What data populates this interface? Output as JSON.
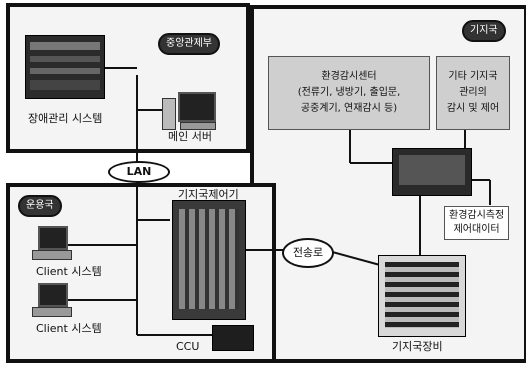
{
  "panels": {
    "central": {
      "tag": "중앙관제부"
    },
    "operation": {
      "tag": "운용국"
    },
    "base": {
      "tag": "기지국"
    }
  },
  "nodes": {
    "fault_system": {
      "label": "장애관리 시스템"
    },
    "main_server": {
      "label": "메인 서버"
    },
    "lan": {
      "label": "LAN"
    },
    "client1": {
      "label": "Client 시스템"
    },
    "client2": {
      "label": "Client 시스템"
    },
    "base_controller": {
      "label": "기지국제어기"
    },
    "ccu": {
      "label": "CCU"
    },
    "transmission": {
      "label": "전송로"
    },
    "monitor_center": {
      "line1": "환경감시센터",
      "line2": "(전류기, 냉방기, 출입문,",
      "line3": "공중계기, 연재감시 등)"
    },
    "other_control": {
      "line1": "기타 기지국",
      "line2": "관리의",
      "line3": "감시 및 제어"
    },
    "env_controller": {
      "line1": "환경감시측정",
      "line2": "제어대이터"
    },
    "base_equipment": {
      "label": "기지국장비"
    }
  }
}
